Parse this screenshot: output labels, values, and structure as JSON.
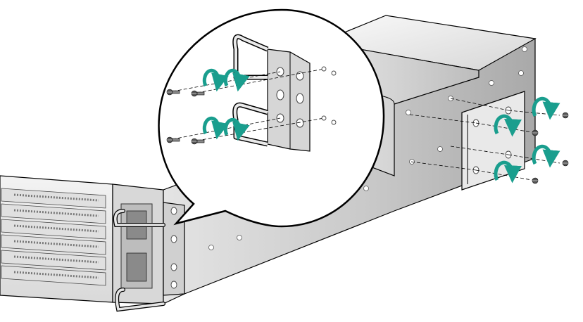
{
  "figure": {
    "caption": "",
    "parts": {
      "chassis": "server-chassis",
      "rail": "mounting-rail",
      "front_ear": "rack-mount-ear",
      "rear_bracket": "rear-mounting-bracket",
      "callout": "zoom-callout-bubble"
    },
    "screw_counts": {
      "front_ear": 4,
      "rear_bracket": 4
    },
    "colors": {
      "arrow": "#1a9e8e",
      "metal_light": "#f2f2f2",
      "metal_mid": "#cfcfcf",
      "metal_dark": "#9a9a9a",
      "outline": "#000000"
    }
  }
}
